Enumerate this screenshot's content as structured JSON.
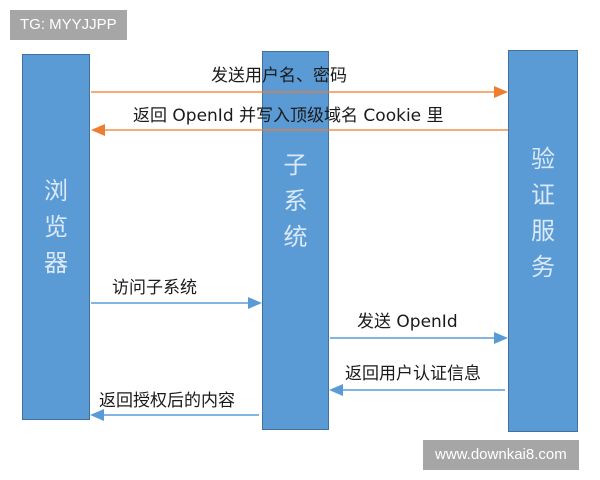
{
  "watermarks": {
    "top": "TG: MYYJJPP",
    "bottom": "www.downkai8.com"
  },
  "lifelines": {
    "browser": "浏览器",
    "subsystem": "子系统",
    "auth_service": "验证服务"
  },
  "messages": [
    {
      "label": "发送用户名、密码",
      "from": "browser",
      "to": "auth_service",
      "color": "#ed7d31"
    },
    {
      "label": "返回 OpenId 并写入顶级域名 Cookie 里",
      "from": "auth_service",
      "to": "browser",
      "color": "#ed7d31"
    },
    {
      "label": "访问子系统",
      "from": "browser",
      "to": "subsystem",
      "color": "#5b9bd5"
    },
    {
      "label": "发送 OpenId",
      "from": "subsystem",
      "to": "auth_service",
      "color": "#5b9bd5"
    },
    {
      "label": "返回用户认证信息",
      "from": "auth_service",
      "to": "subsystem",
      "color": "#5b9bd5"
    },
    {
      "label": "返回授权后的内容",
      "from": "subsystem",
      "to": "browser",
      "color": "#5b9bd5"
    }
  ],
  "colors": {
    "lifeline_fill": "#5b9bd5",
    "lifeline_border": "#41719c",
    "lifeline_text": "#dbe9f7",
    "login_flow_arrow": "#ed7d31",
    "access_flow_arrow": "#5b9bd5",
    "watermark_bg": "#a6a6a6"
  }
}
